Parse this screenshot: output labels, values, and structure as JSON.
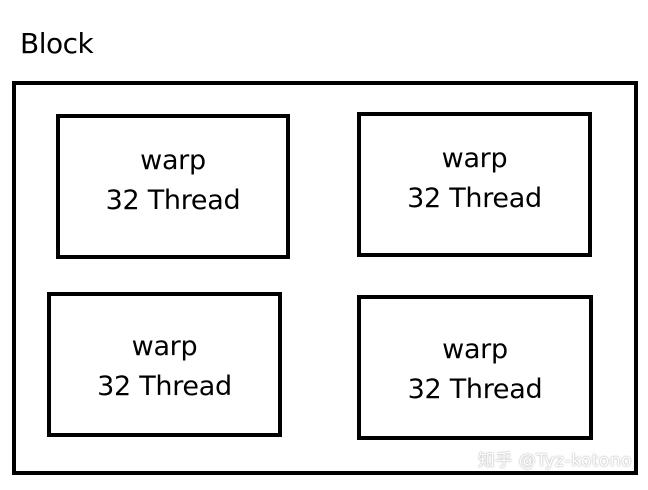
{
  "block": {
    "label": "Block"
  },
  "warps": [
    {
      "title": "warp",
      "threads": "32 Thread"
    },
    {
      "title": "warp",
      "threads": "32 Thread"
    },
    {
      "title": "warp",
      "threads": "32 Thread"
    },
    {
      "title": "warp",
      "threads": "32 Thread"
    }
  ],
  "watermark": {
    "text": "知乎 @Tyz-kotono"
  }
}
